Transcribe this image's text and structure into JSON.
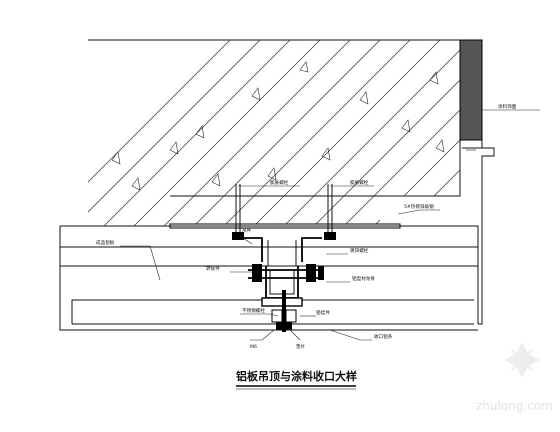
{
  "drawing": {
    "title": "铝板吊顶与涂料收口大样",
    "watermark": "zhulong.com"
  },
  "callouts": [
    {
      "id": "c1",
      "text": "涂料饰面"
    },
    {
      "id": "c2",
      "text": "膨胀螺栓"
    },
    {
      "id": "c3",
      "text": "5#热镀锌角钢"
    },
    {
      "id": "c4",
      "text": "吊件"
    },
    {
      "id": "c5",
      "text": "成品铝板"
    },
    {
      "id": "c6",
      "text": "转接件"
    },
    {
      "id": "c7",
      "text": "镀锌螺栓"
    },
    {
      "id": "c8",
      "text": "铝型材龙骨"
    },
    {
      "id": "c9",
      "text": "不锈钢螺栓"
    },
    {
      "id": "c10",
      "text": "铝挂件"
    },
    {
      "id": "c11",
      "text": "M6"
    },
    {
      "id": "c12",
      "text": "垫片"
    },
    {
      "id": "c13",
      "text": "收口铝条"
    }
  ]
}
